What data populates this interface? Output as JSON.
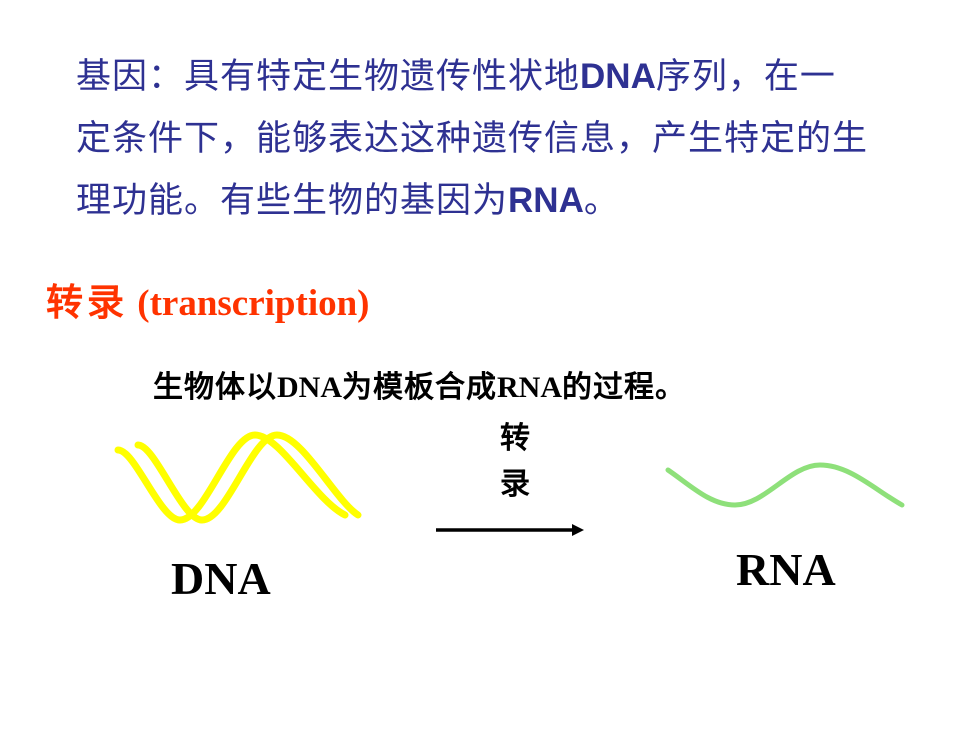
{
  "definition": {
    "line1_a": "基因：具有特定生物遗传性状地",
    "line1_b": "DNA",
    "line1_c": "序列，在一",
    "line2": "定条件下，能够表达这种遗传信息，产生特定的生",
    "line3_a": "理功能。有些生物的基因为",
    "line3_b": "RNA",
    "line3_c": "。"
  },
  "heading": {
    "cn": "转录",
    "en": " (transcription)"
  },
  "description": {
    "part1": "生物体以",
    "part2": "DNA",
    "part3": "为模板合成",
    "part4": "RNA",
    "part5": "的过程。"
  },
  "arrow_label": {
    "char1": "转",
    "char2": "录"
  },
  "labels": {
    "dna": "DNA",
    "rna": "RNA"
  },
  "colors": {
    "definition_text": "#2e3192",
    "heading_text": "#ff3300",
    "dna_strand": "#ffff00",
    "rna_strand": "#8ee07a",
    "arrow": "#000000"
  }
}
